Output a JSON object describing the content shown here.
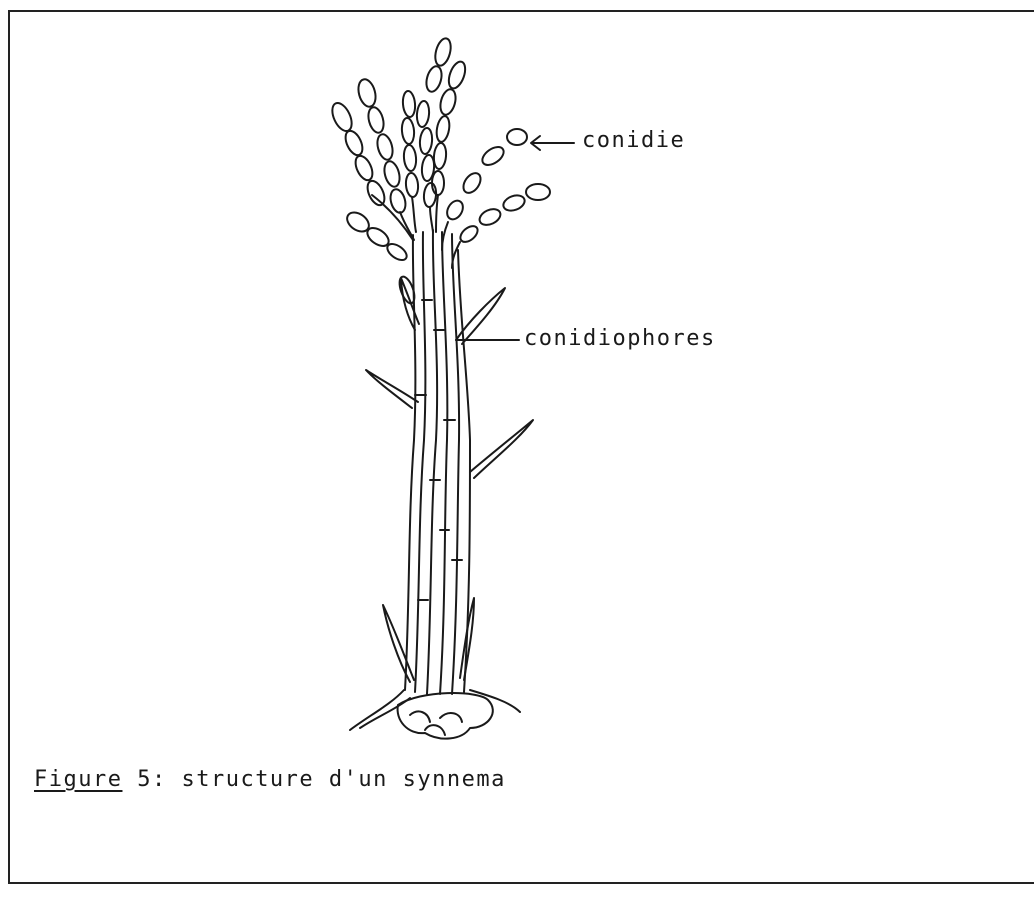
{
  "labels": {
    "conidie": "conidie",
    "conidiophores": "conidiophores"
  },
  "caption": {
    "figure_word": "Figure",
    "rest": " 5: structure d'un synnema"
  }
}
